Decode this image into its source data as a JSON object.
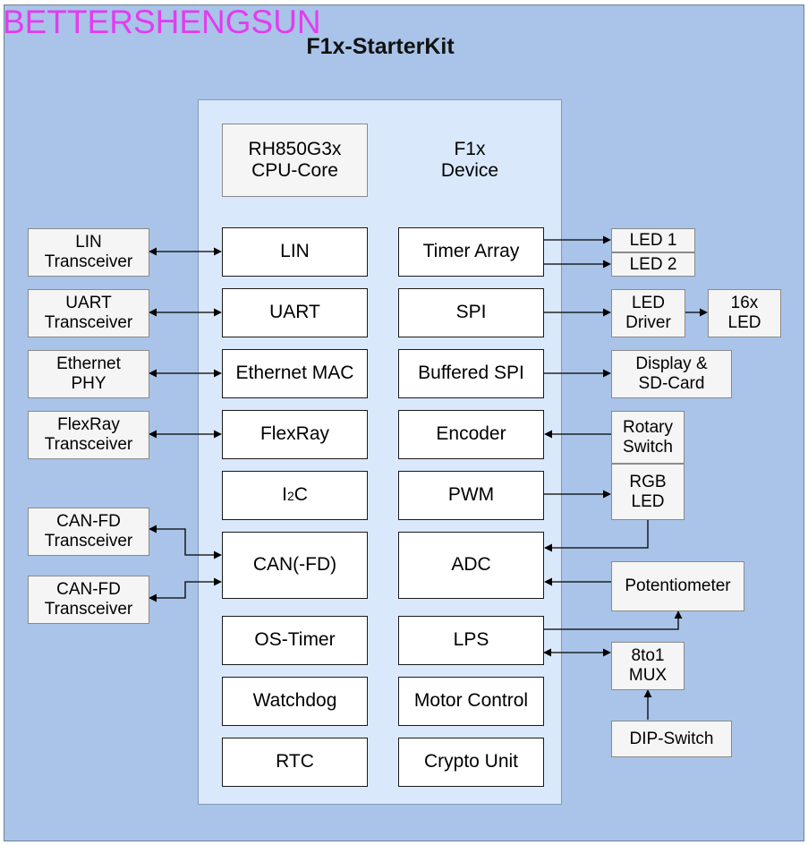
{
  "watermark": "BETTERSHENGSUN",
  "title": "F1x-StarterKit",
  "device": {
    "cpu_core": "RH850G3x\nCPU-Core",
    "device_label": "F1x\nDevice"
  },
  "peripherals_left": {
    "lin": "LIN",
    "uart": "UART",
    "ethernet_mac": "Ethernet MAC",
    "flexray": "FlexRay",
    "i2c_base": "I",
    "i2c_sup": "2",
    "i2c_tail": "C",
    "can_fd": "CAN(-FD)",
    "os_timer": "OS-Timer",
    "watchdog": "Watchdog",
    "rtc": "RTC"
  },
  "peripherals_right": {
    "timer_array": "Timer Array",
    "spi": "SPI",
    "buffered_spi": "Buffered SPI",
    "encoder": "Encoder",
    "pwm": "PWM",
    "adc": "ADC",
    "lps": "LPS",
    "motor_control": "Motor Control",
    "crypto_unit": "Crypto Unit"
  },
  "external_left": {
    "lin_transceiver": "LIN\nTransceiver",
    "uart_transceiver": "UART\nTransceiver",
    "ethernet_phy": "Ethernet\nPHY",
    "flexray_transceiver": "FlexRay\nTransceiver",
    "can_fd_transceiver_1": "CAN-FD\nTransceiver",
    "can_fd_transceiver_2": "CAN-FD\nTransceiver"
  },
  "external_right": {
    "led_1": "LED 1",
    "led_2": "LED 2",
    "led_driver": "LED\nDriver",
    "led_16x": "16x\nLED",
    "display_sd": "Display &\nSD-Card",
    "rotary_switch": "Rotary\nSwitch",
    "rgb_led": "RGB\nLED",
    "potentiometer": "Potentiometer",
    "mux": "8to1\nMUX",
    "dip_switch": "DIP-Switch"
  },
  "colors": {
    "board": "#a9c4e8",
    "device": "#dae8fc",
    "block": "#ffffff",
    "external": "#f5f5f5",
    "wire": "#000000",
    "watermark": "#e13df0"
  }
}
